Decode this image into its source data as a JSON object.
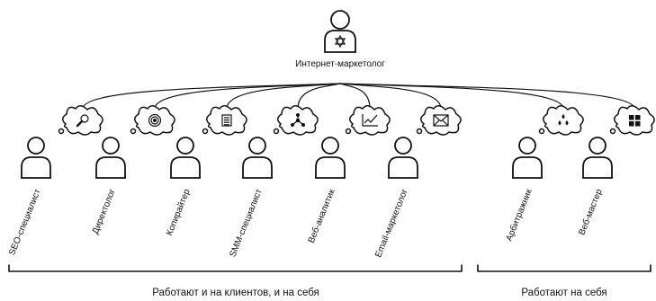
{
  "central": {
    "title": "Интернет-маркетолог",
    "icon": "person-with-star-icon"
  },
  "roles": [
    {
      "name": "SEO-специалист",
      "icon": "magnifier-icon"
    },
    {
      "name": "Директолог",
      "icon": "target-icon"
    },
    {
      "name": "Копирайтер",
      "icon": "document-icon"
    },
    {
      "name": "SMM-специалист",
      "icon": "network-icon"
    },
    {
      "name": "Веб-аналитик",
      "icon": "line-chart-icon"
    },
    {
      "name": "Email-маркетолог",
      "icon": "envelope-icon"
    },
    {
      "name": "Арбитражник",
      "icon": "drops-icon"
    },
    {
      "name": "Веб-мастер",
      "icon": "grid-icon"
    }
  ],
  "groups": [
    {
      "label": "Работают и на клиентов, и на себя"
    },
    {
      "label": "Работают на себя"
    }
  ]
}
